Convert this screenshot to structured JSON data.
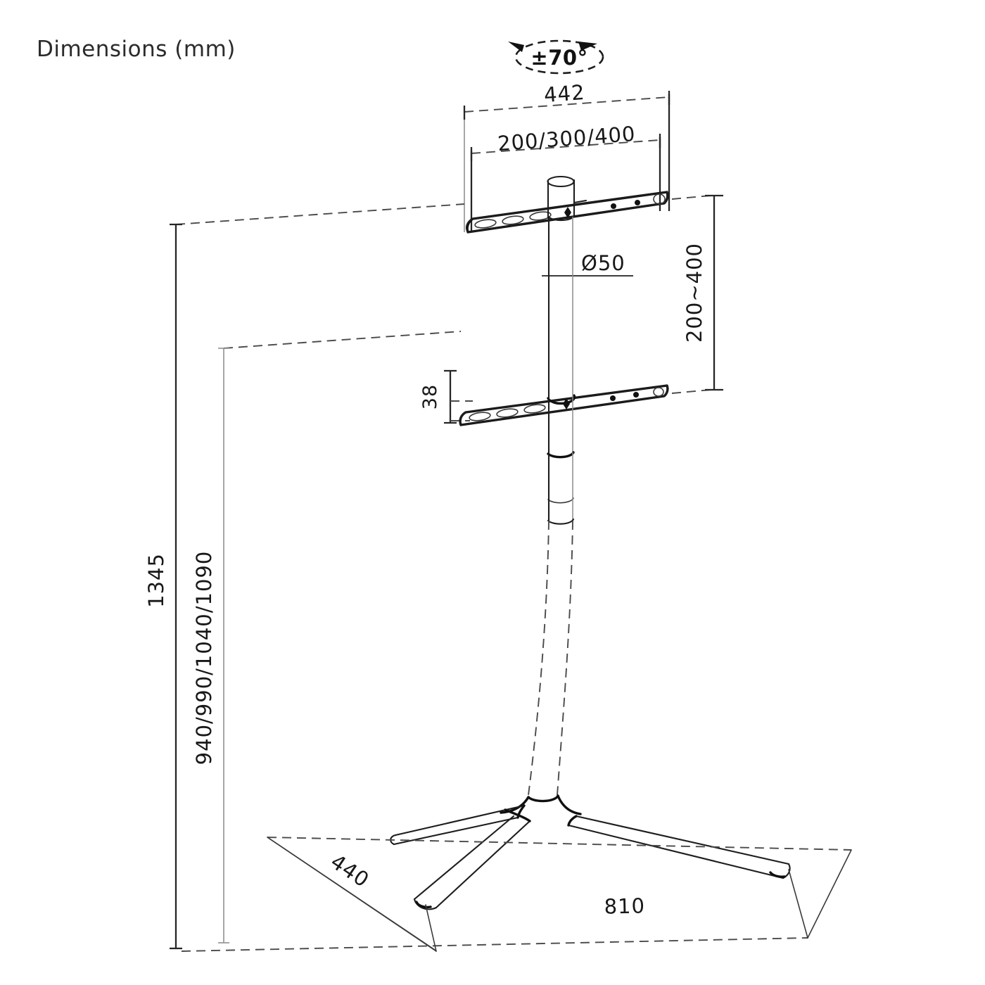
{
  "page": {
    "title": "Dimensions (mm)",
    "background_color": "#ffffff",
    "line_color": "#1d1d1d",
    "text_color": "#181818"
  },
  "swivel": {
    "label": "±70°",
    "icon": "rotation-ellipse-icon"
  },
  "dimensions": {
    "top_overall": {
      "label": "442",
      "description": "overall bracket width"
    },
    "top_vesa": {
      "label": "200/300/400",
      "description": "VESA horizontal hole spacing options"
    },
    "pole_diameter": {
      "label": "Ø50",
      "description": "column tube diameter"
    },
    "bracket_gap": {
      "label": "200~400",
      "description": "adjustable vertical spacing between brackets"
    },
    "lower_bracket_height": {
      "label": "38",
      "description": "bracket profile height"
    },
    "total_height": {
      "label": "1345",
      "description": "overall stand height"
    },
    "adjustable_height": {
      "label": "940/990/1040/1090",
      "description": "adjustable column height options"
    },
    "base_depth": {
      "label": "440",
      "description": "base depth"
    },
    "base_width": {
      "label": "810",
      "description": "base width"
    }
  },
  "product": {
    "parts": [
      {
        "name": "upper-vesa-bracket",
        "holes": "3 slots left, 3 round holes right"
      },
      {
        "name": "lower-vesa-bracket",
        "holes": "3 slots left, 3 round holes right"
      },
      {
        "name": "center-column",
        "shape": "telescoping round tube"
      },
      {
        "name": "tripod-base",
        "shape": "three splayed legs"
      }
    ]
  }
}
